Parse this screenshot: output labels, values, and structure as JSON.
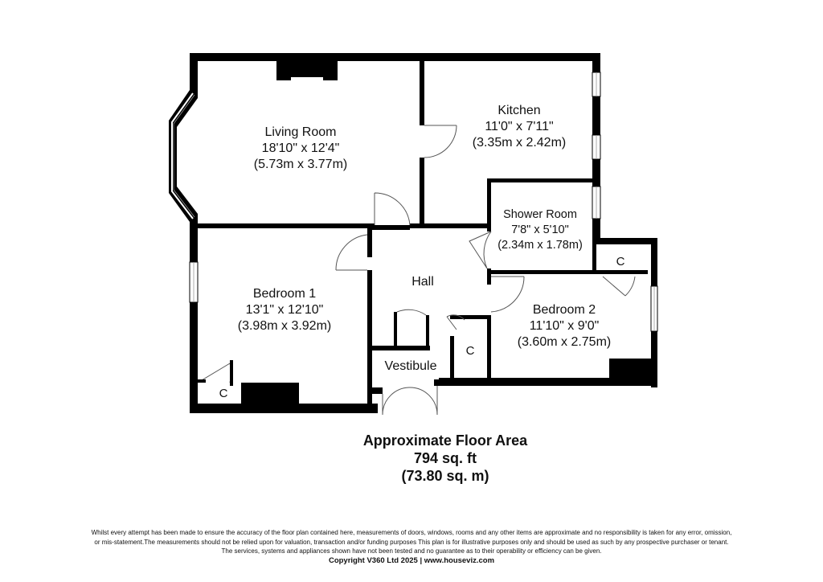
{
  "rooms": {
    "living_room": {
      "name": "Living Room",
      "imperial": "18'10\" x 12'4\"",
      "metric": "(5.73m x 3.77m)"
    },
    "kitchen": {
      "name": "Kitchen",
      "imperial": "11'0\" x 7'11\"",
      "metric": "(3.35m x 2.42m)"
    },
    "shower_room": {
      "name": "Shower Room",
      "imperial": "7'8\" x 5'10\"",
      "metric": "(2.34m x 1.78m)"
    },
    "hall": {
      "name": "Hall"
    },
    "bedroom_1": {
      "name": "Bedroom 1",
      "imperial": "13'1\" x 12'10\"",
      "metric": "(3.98m x 3.92m)"
    },
    "bedroom_2": {
      "name": "Bedroom 2",
      "imperial": "11'10\" x 9'0\"",
      "metric": "(3.60m x 2.75m)"
    },
    "vestibule": {
      "name": "Vestibule"
    },
    "closet_label": "C"
  },
  "summary": {
    "title": "Approximate Floor Area",
    "sq_ft": "794 sq. ft",
    "sq_m": "(73.80 sq. m)"
  },
  "footer": {
    "disclaimer_line1": "Whilst every attempt has been made to ensure the accuracy of the floor plan contained here, measurements of doors, windows, rooms and any other items are approximate and no responsibility is taken for any error, omission,",
    "disclaimer_line2": "or mis-statement.The measurements should not be relied upon for valuation, transaction and/or funding purposes This plan is for illustrative purposes only and should be used as such by any prospective purchaser or tenant.",
    "disclaimer_line3": "The services, systems and appliances shown have not been tested and no guarantee as to their operability or efficiency can be given.",
    "copyright": "Copyright V360 Ltd 2025 | www.houseviz.com"
  },
  "colors": {
    "wall": "#000000",
    "background": "#ffffff",
    "door_line": "#555555",
    "window": "#ffffff"
  }
}
